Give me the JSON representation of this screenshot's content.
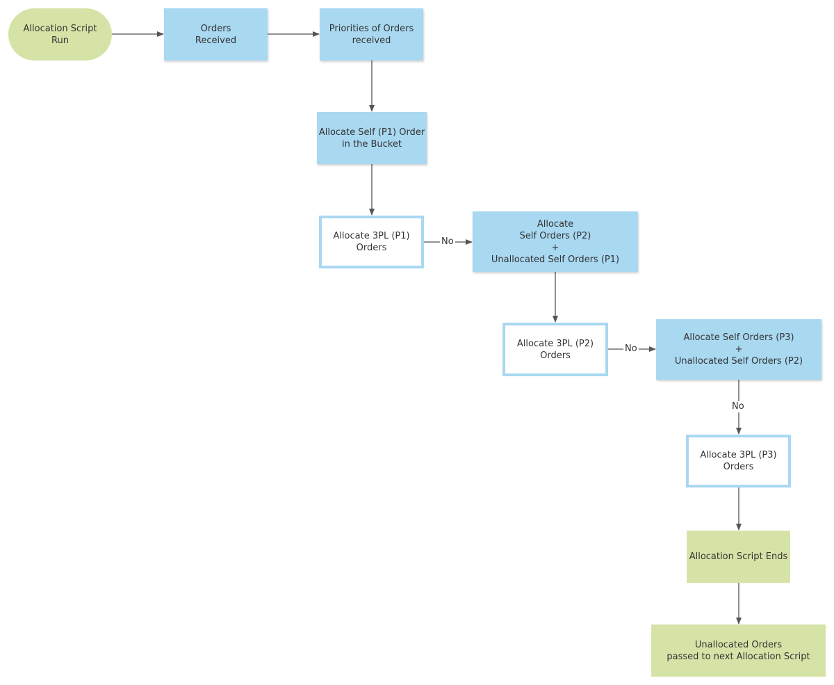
{
  "nodes": {
    "start": [
      "Allocation Script",
      "Run"
    ],
    "orders_received": [
      "Orders",
      "Received"
    ],
    "priorities": [
      "Priorities of Orders",
      "received"
    ],
    "allocate_self_p1": [
      "Allocate Self (P1) Order",
      "in the Bucket"
    ],
    "allocate_3pl_p1": [
      "Allocate 3PL (P1)",
      "Orders"
    ],
    "allocate_self_p2": [
      "Allocate",
      "Self Orders (P2)",
      "+",
      "Unallocated Self Orders (P1)"
    ],
    "allocate_3pl_p2": [
      "Allocate 3PL (P2)",
      "Orders"
    ],
    "allocate_self_p3": [
      "Allocate Self Orders (P3)",
      "+",
      "Unallocated Self Orders (P2)"
    ],
    "allocate_3pl_p3": [
      "Allocate 3PL (P3)",
      "Orders"
    ],
    "script_ends": [
      "Allocation Script Ends"
    ],
    "unallocated_orders": [
      "Unallocated Orders",
      "passed to next Allocation Script"
    ]
  },
  "edge_labels": {
    "no_1": "No",
    "no_2": "No",
    "no_3": "No"
  },
  "colors": {
    "terminal_fill": "#d6e3a7",
    "process_fill": "#a9d8f1",
    "decision_border": "#a9d8f1",
    "connector": "#555555"
  }
}
